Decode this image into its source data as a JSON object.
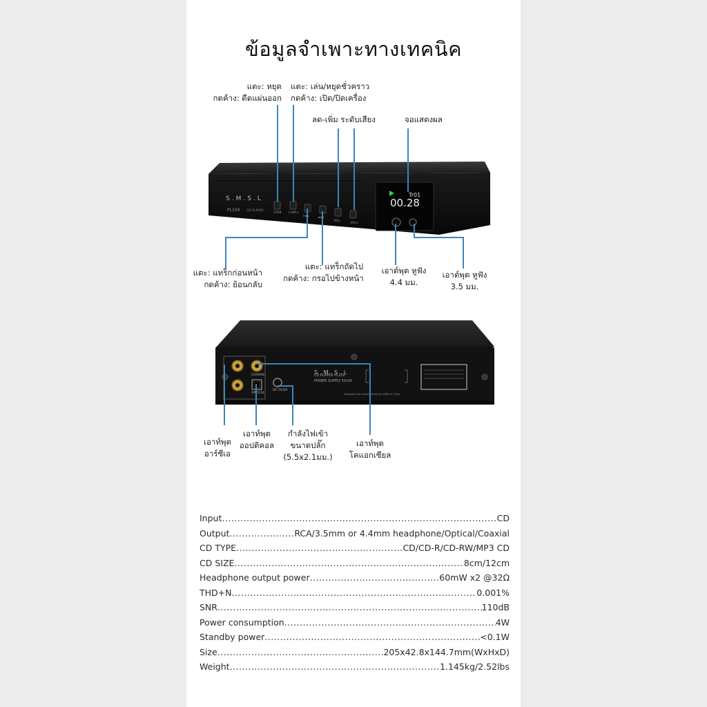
{
  "title": "ข้อมูลจำเพาะทางเทคนิค",
  "front_panel": {
    "brand": "S.M.S.L",
    "model": "PL150",
    "model_sub": "CD PLAYER",
    "button_labels": [
      "STAB",
      "I>BA×",
      "I◄◄",
      "►►I",
      "VOL-",
      "VOL+"
    ],
    "display_track": "Tr01",
    "display_time": "00.28",
    "callouts": {
      "stop": {
        "line1": "แตะ: หยุด",
        "line2": "กดค้าง: ดีดแผ่นออก"
      },
      "play": {
        "line1": "แตะ: เล่น/หยุดชั่วคราว",
        "line2": "กดค้าง: เปิด/ปิดเครื่อง"
      },
      "volume": "ลด-เพิ่ม ระดับเสียง",
      "display": "จอแสดงผล",
      "prev": {
        "line1": "แตะ: แทร็กก่อนหน้า",
        "line2": "กดค้าง: ย้อนกลับ"
      },
      "next": {
        "line1": "แตะ: แทร็กถัดไป",
        "line2": "กดค้าง: กรอไปข้างหน้า"
      },
      "hp44": {
        "line1": "เอาต์พุต หูฟัง",
        "line2": "4.4 มม."
      },
      "hp35": {
        "line1": "เอาต์พุต หูฟัง",
        "line2": "3.5 มม."
      }
    }
  },
  "rear_panel": {
    "brand": "S.M.S.L",
    "model_line": "CD PLAYER  PL150",
    "power_line": "POWER SUPPLY  5V/2A",
    "coaxial": "COAXIAL",
    "optical": "OPTICAL",
    "dc_in": "DC 5V/2A",
    "made_in": "Designed and manufactured by SMSL in China",
    "callouts": {
      "rca": {
        "line1": "เอาท์พุต",
        "line2": "อาร์ซีเอ"
      },
      "optical": {
        "line1": "เอาท์พุต",
        "line2": "ออปติคอล"
      },
      "power": {
        "line1": "กำลังไฟเข้า",
        "line2": "ขนาดปลั๊ก",
        "line3": "(5.5x2.1มม.)"
      },
      "coaxial": {
        "line1": "เอาท์พุต",
        "line2": "โคแอกเซียล"
      }
    }
  },
  "specs": [
    {
      "key": "Input",
      "value": "CD"
    },
    {
      "key": "Output",
      "value": "RCA/3.5mm or 4.4mm headphone/Optical/Coaxial"
    },
    {
      "key": "CD TYPE",
      "value": "CD/CD-R/CD-RW/MP3 CD"
    },
    {
      "key": "CD SIZE",
      "value": "8cm/12cm"
    },
    {
      "key": "Headphone output power",
      "value": "60mW x2 @32Ω"
    },
    {
      "key": "THD+N",
      "value": "0.001%"
    },
    {
      "key": "SNR",
      "value": "110dB"
    },
    {
      "key": "Power consumption",
      "value": "4W"
    },
    {
      "key": "Standby power",
      "value": "<0.1W"
    },
    {
      "key": "Size",
      "value": "205x42.8x144.7mm(WxHxD)"
    },
    {
      "key": "Weight",
      "value": "1.145kg/2.52lbs"
    }
  ],
  "colors": {
    "callout_line": "#3d86b6",
    "device_body": "#141414",
    "display_green": "#22dd44"
  }
}
